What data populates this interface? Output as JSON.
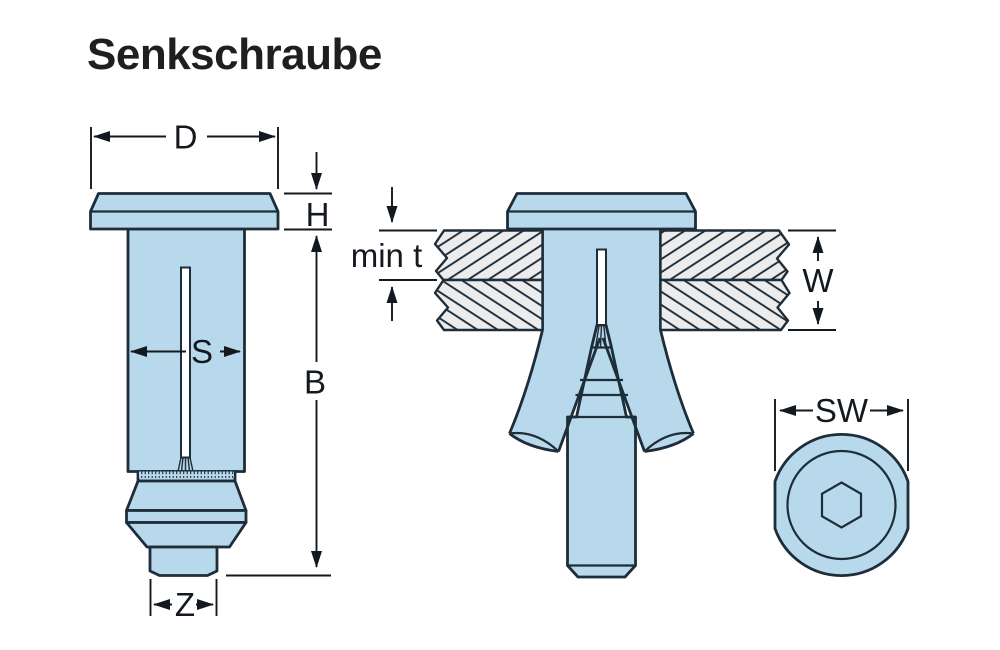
{
  "title": "Senkschraube",
  "colors": {
    "bg": "#ffffff",
    "body": "#b8d9eb",
    "outline": "#1e2d3a",
    "hatch_fill": "#ececec",
    "dim": "#13191f",
    "title_color": "#1f1f1f"
  },
  "views": {
    "side": {
      "labels": {
        "d": "D",
        "h": "H",
        "s": "S",
        "b": "B",
        "z": "Z"
      }
    },
    "installed": {
      "labels": {
        "min_t": "min t",
        "w": "W"
      }
    },
    "socket": {
      "labels": {
        "sw": "SW"
      }
    }
  }
}
